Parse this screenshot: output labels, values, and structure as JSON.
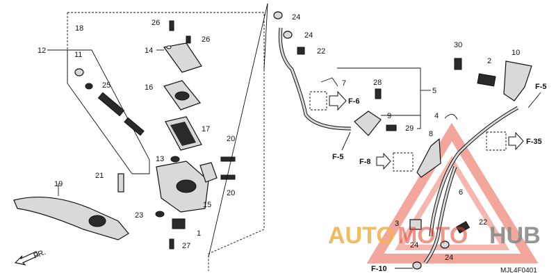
{
  "diagram_code": "MJL4F0401",
  "front_label": "FR.",
  "watermark": {
    "brand_part1": "AUTO",
    "brand_part2": "MOTO",
    "brand_part3": "HUB",
    "color_orange": "#f2b24d",
    "color_red": "#e2402c",
    "color_gray": "#8a8a8a"
  },
  "colors": {
    "ink": "#111111",
    "part_fill": "#d9d9d9",
    "red_highlight": "#e2402c"
  },
  "callouts": [
    "1",
    "2",
    "3",
    "4",
    "5",
    "6",
    "7",
    "8",
    "9",
    "10",
    "11",
    "12",
    "13",
    "14",
    "15",
    "16",
    "17",
    "18",
    "19",
    "20",
    "20",
    "21",
    "22",
    "22",
    "23",
    "24",
    "24",
    "24",
    "24",
    "25",
    "26",
    "26",
    "27",
    "28",
    "29",
    "30"
  ],
  "ref_arrows": [
    "F-6",
    "F-5",
    "F-8",
    "F-35",
    "F-5",
    "F-10"
  ]
}
